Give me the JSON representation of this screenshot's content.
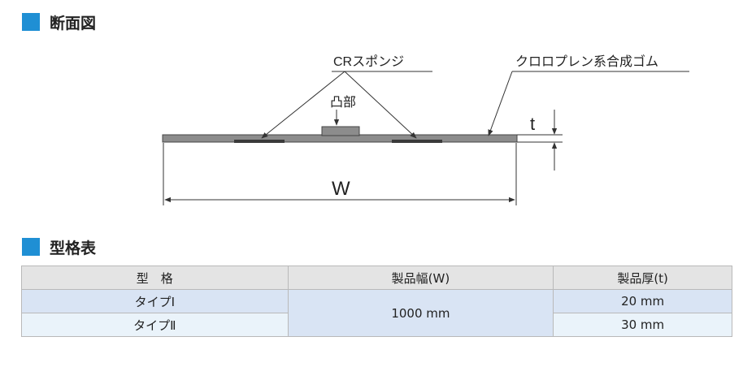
{
  "sections": {
    "cross_section_title": "断面図",
    "spec_title": "型格表"
  },
  "diagram": {
    "label_sponge": "CRスポンジ",
    "label_rubber": "クロロプレン系合成ゴム",
    "label_protrusion": "凸部",
    "label_thickness": "t",
    "label_width": "W"
  },
  "table": {
    "headers": [
      "型　格",
      "製品幅(W)",
      "製品厚(t)"
    ],
    "rows": [
      {
        "type": "タイプⅠ",
        "thickness": "20 mm"
      },
      {
        "type": "タイプⅡ",
        "thickness": "30 mm"
      }
    ],
    "width_value": "1000 mm"
  },
  "colors": {
    "accent": "#1f8fd4",
    "header_bg": "#e4e4e4",
    "row1_bg": "#d9e4f4",
    "row2_bg": "#eaf3fa"
  }
}
